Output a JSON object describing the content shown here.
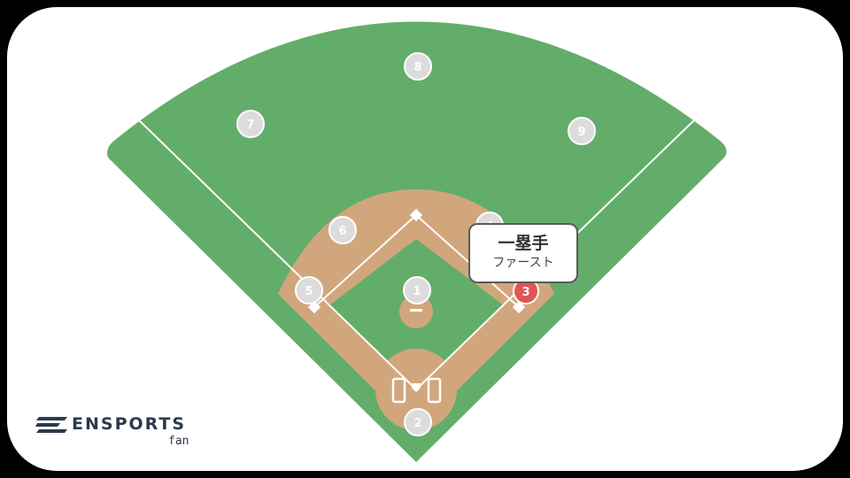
{
  "colors": {
    "grass": "#63ad6b",
    "dirt": "#d2a67c",
    "lines": "#ffffff",
    "marker": "#dcdcdc",
    "highlight": "#e05555",
    "brand": "#2b3a4e"
  },
  "positions": [
    {
      "number": "1",
      "role": "pitcher"
    },
    {
      "number": "2",
      "role": "catcher"
    },
    {
      "number": "3",
      "role": "first-base",
      "highlighted": true
    },
    {
      "number": "4",
      "role": "second-base"
    },
    {
      "number": "5",
      "role": "third-base"
    },
    {
      "number": "6",
      "role": "shortstop"
    },
    {
      "number": "7",
      "role": "left-field"
    },
    {
      "number": "8",
      "role": "center-field"
    },
    {
      "number": "9",
      "role": "right-field"
    }
  ],
  "callout": {
    "title": "一塁手",
    "subtitle": "ファースト"
  },
  "brand": {
    "name": "ENSPORTS",
    "sub": "fan"
  }
}
